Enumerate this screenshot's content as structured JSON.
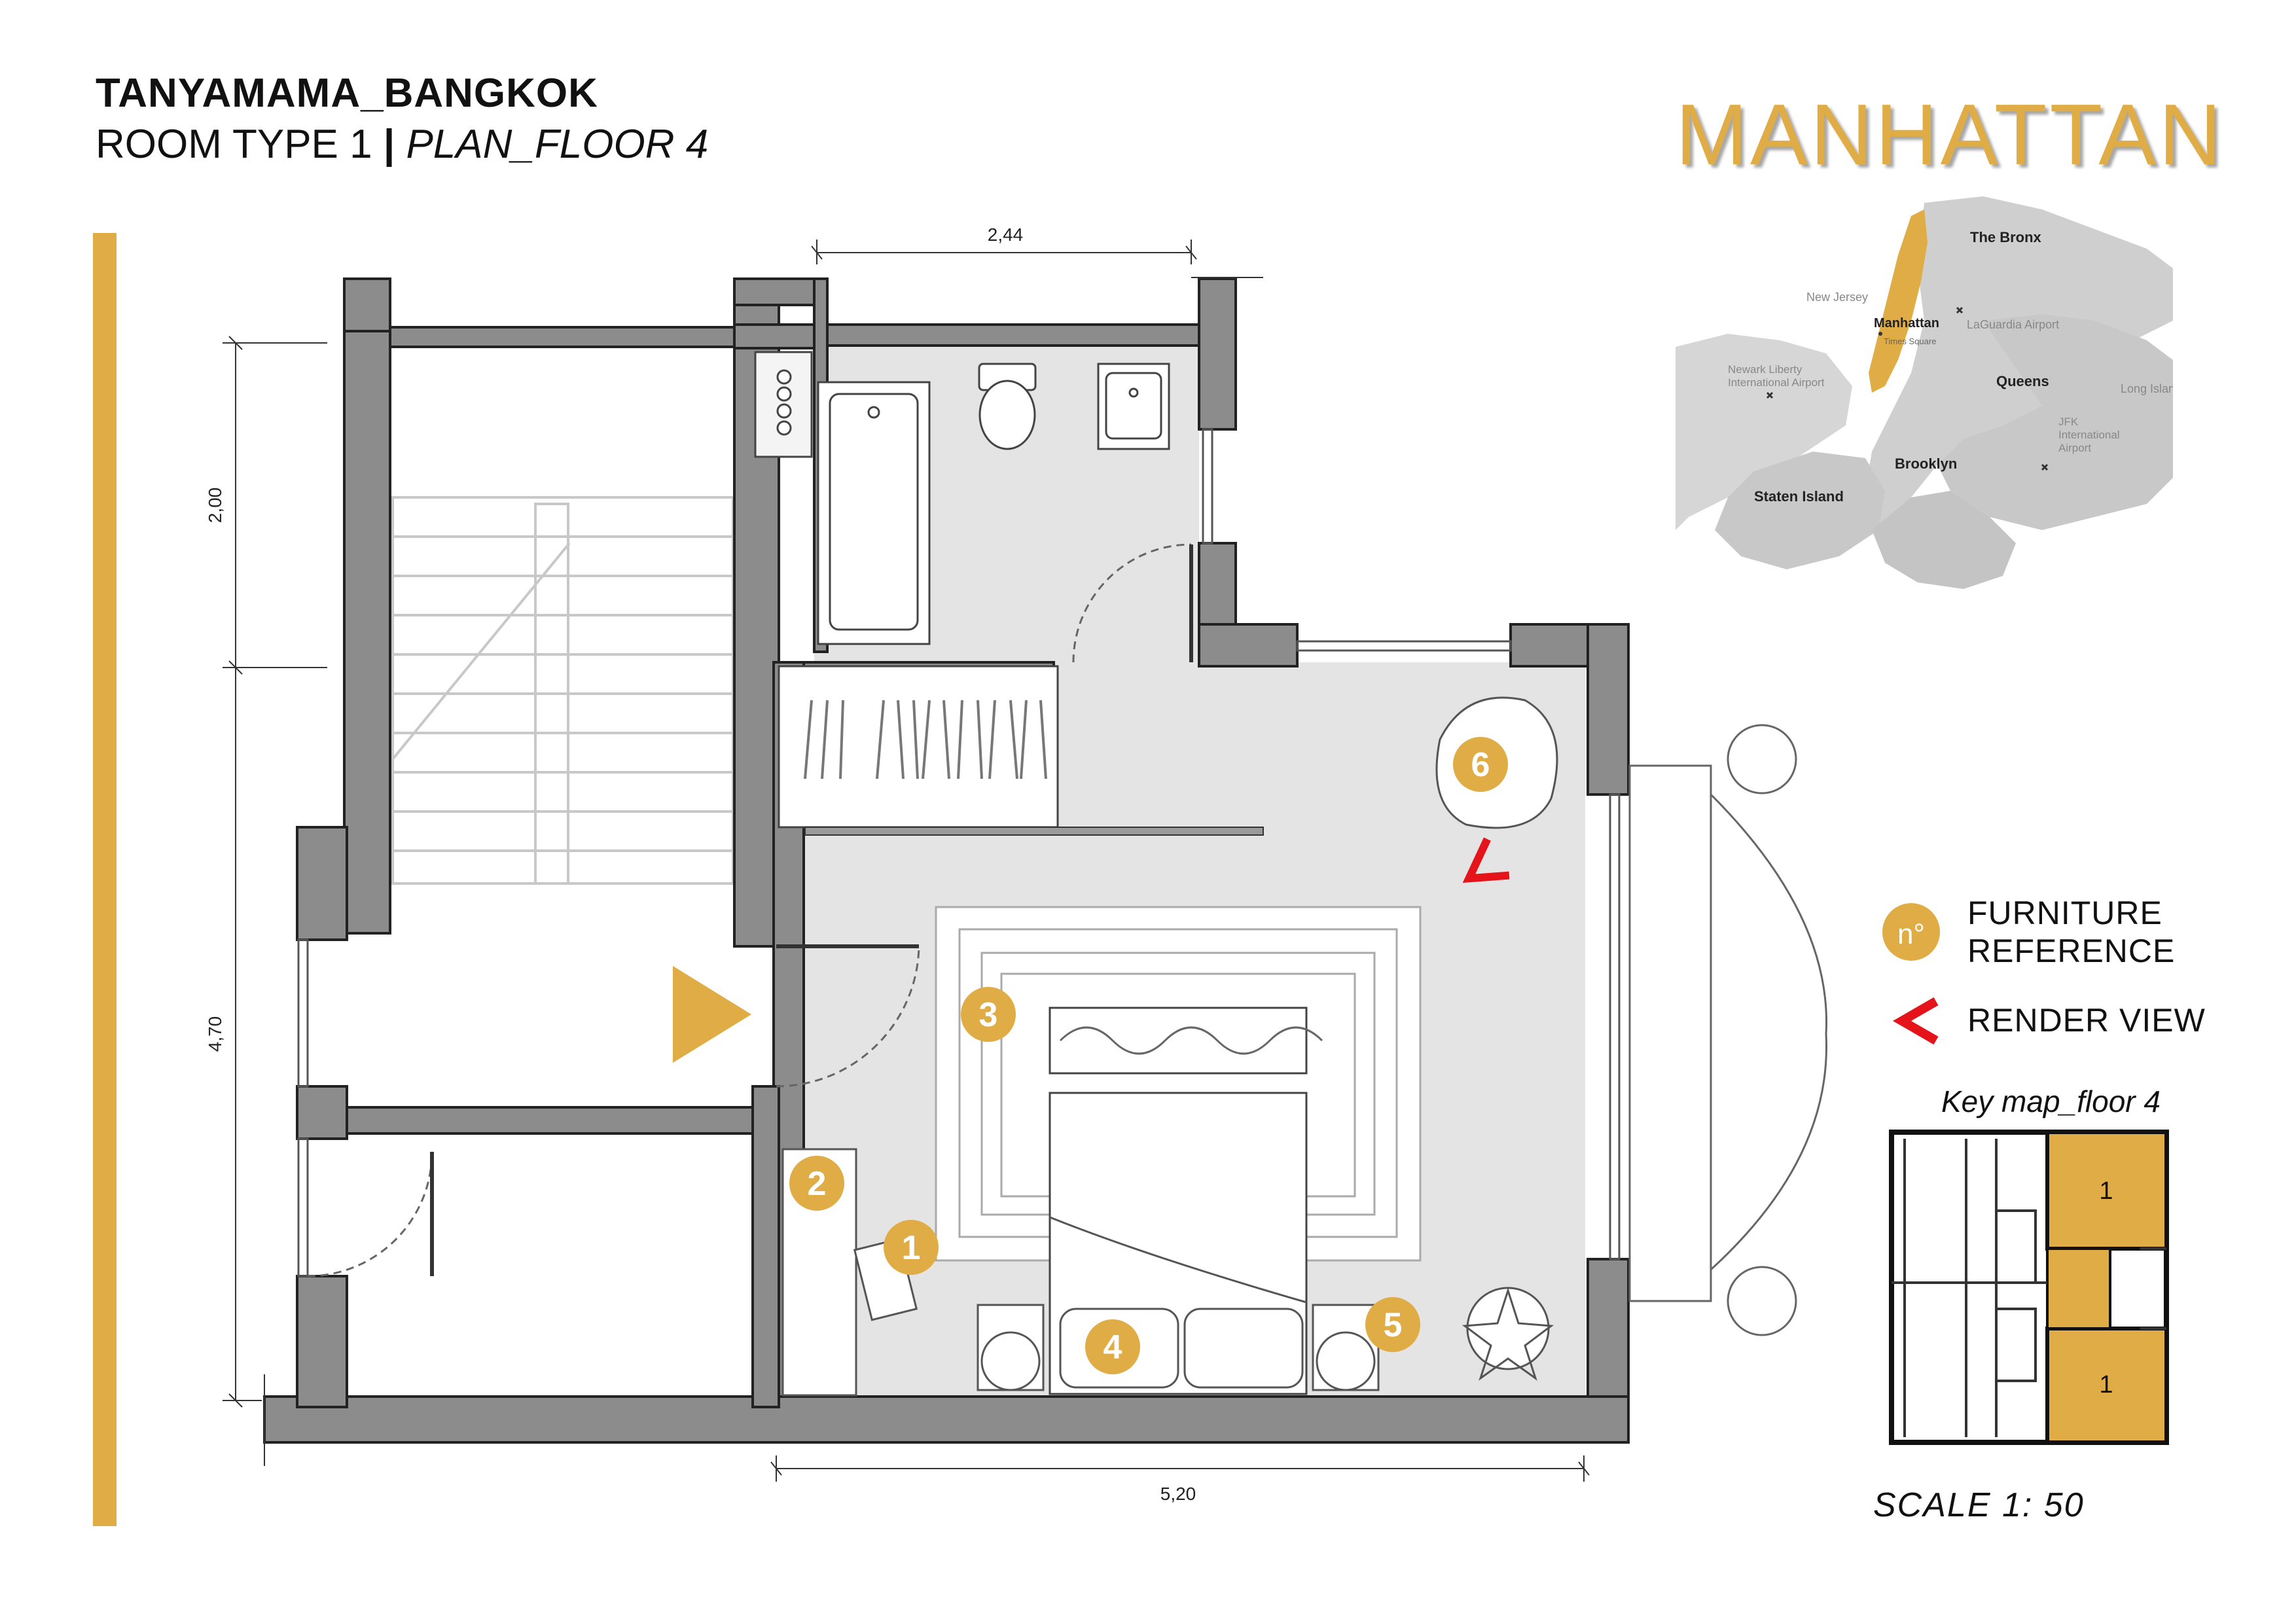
{
  "title": {
    "project": "TANYAMAMA_BANGKOK",
    "room_type": "ROOM TYPE 1",
    "separator": "|",
    "plan": "PLAN_FLOOR 4"
  },
  "brand": "MANHATTAN",
  "map": {
    "labels": [
      "The Bronx",
      "New Jersey",
      "Manhattan",
      "LaGuardia Airport",
      "Newark Liberty",
      "International Airport",
      "Queens",
      "Long Island",
      "JFK",
      "International",
      "Airport",
      "Brooklyn",
      "Staten Island",
      "Times Square"
    ]
  },
  "dimensions": {
    "top": "2,44",
    "left_upper": "2,00",
    "left_lower": "4,70",
    "bottom": "5,20"
  },
  "furniture_markers": [
    {
      "id": "1",
      "label": "1"
    },
    {
      "id": "2a",
      "label": "2"
    },
    {
      "id": "2b",
      "label": "2"
    },
    {
      "id": "3",
      "label": "3"
    },
    {
      "id": "4",
      "label": "4"
    },
    {
      "id": "5",
      "label": "5"
    },
    {
      "id": "6",
      "label": "6"
    }
  ],
  "legend": {
    "symbol": "n°",
    "furniture_line1": "FURNITURE",
    "furniture_line2": "REFERENCE",
    "render_view": "RENDER VIEW"
  },
  "keymap": {
    "title": "Key map_floor 4",
    "unit_labels": [
      "1",
      "1"
    ]
  },
  "scale": "SCALE 1: 50",
  "colors": {
    "accent": "#e0ac45",
    "wall": "#8c8c8c",
    "floor": "#e4e4e4",
    "render_view": "#e5141b",
    "map_land": "#cfcfcf"
  }
}
